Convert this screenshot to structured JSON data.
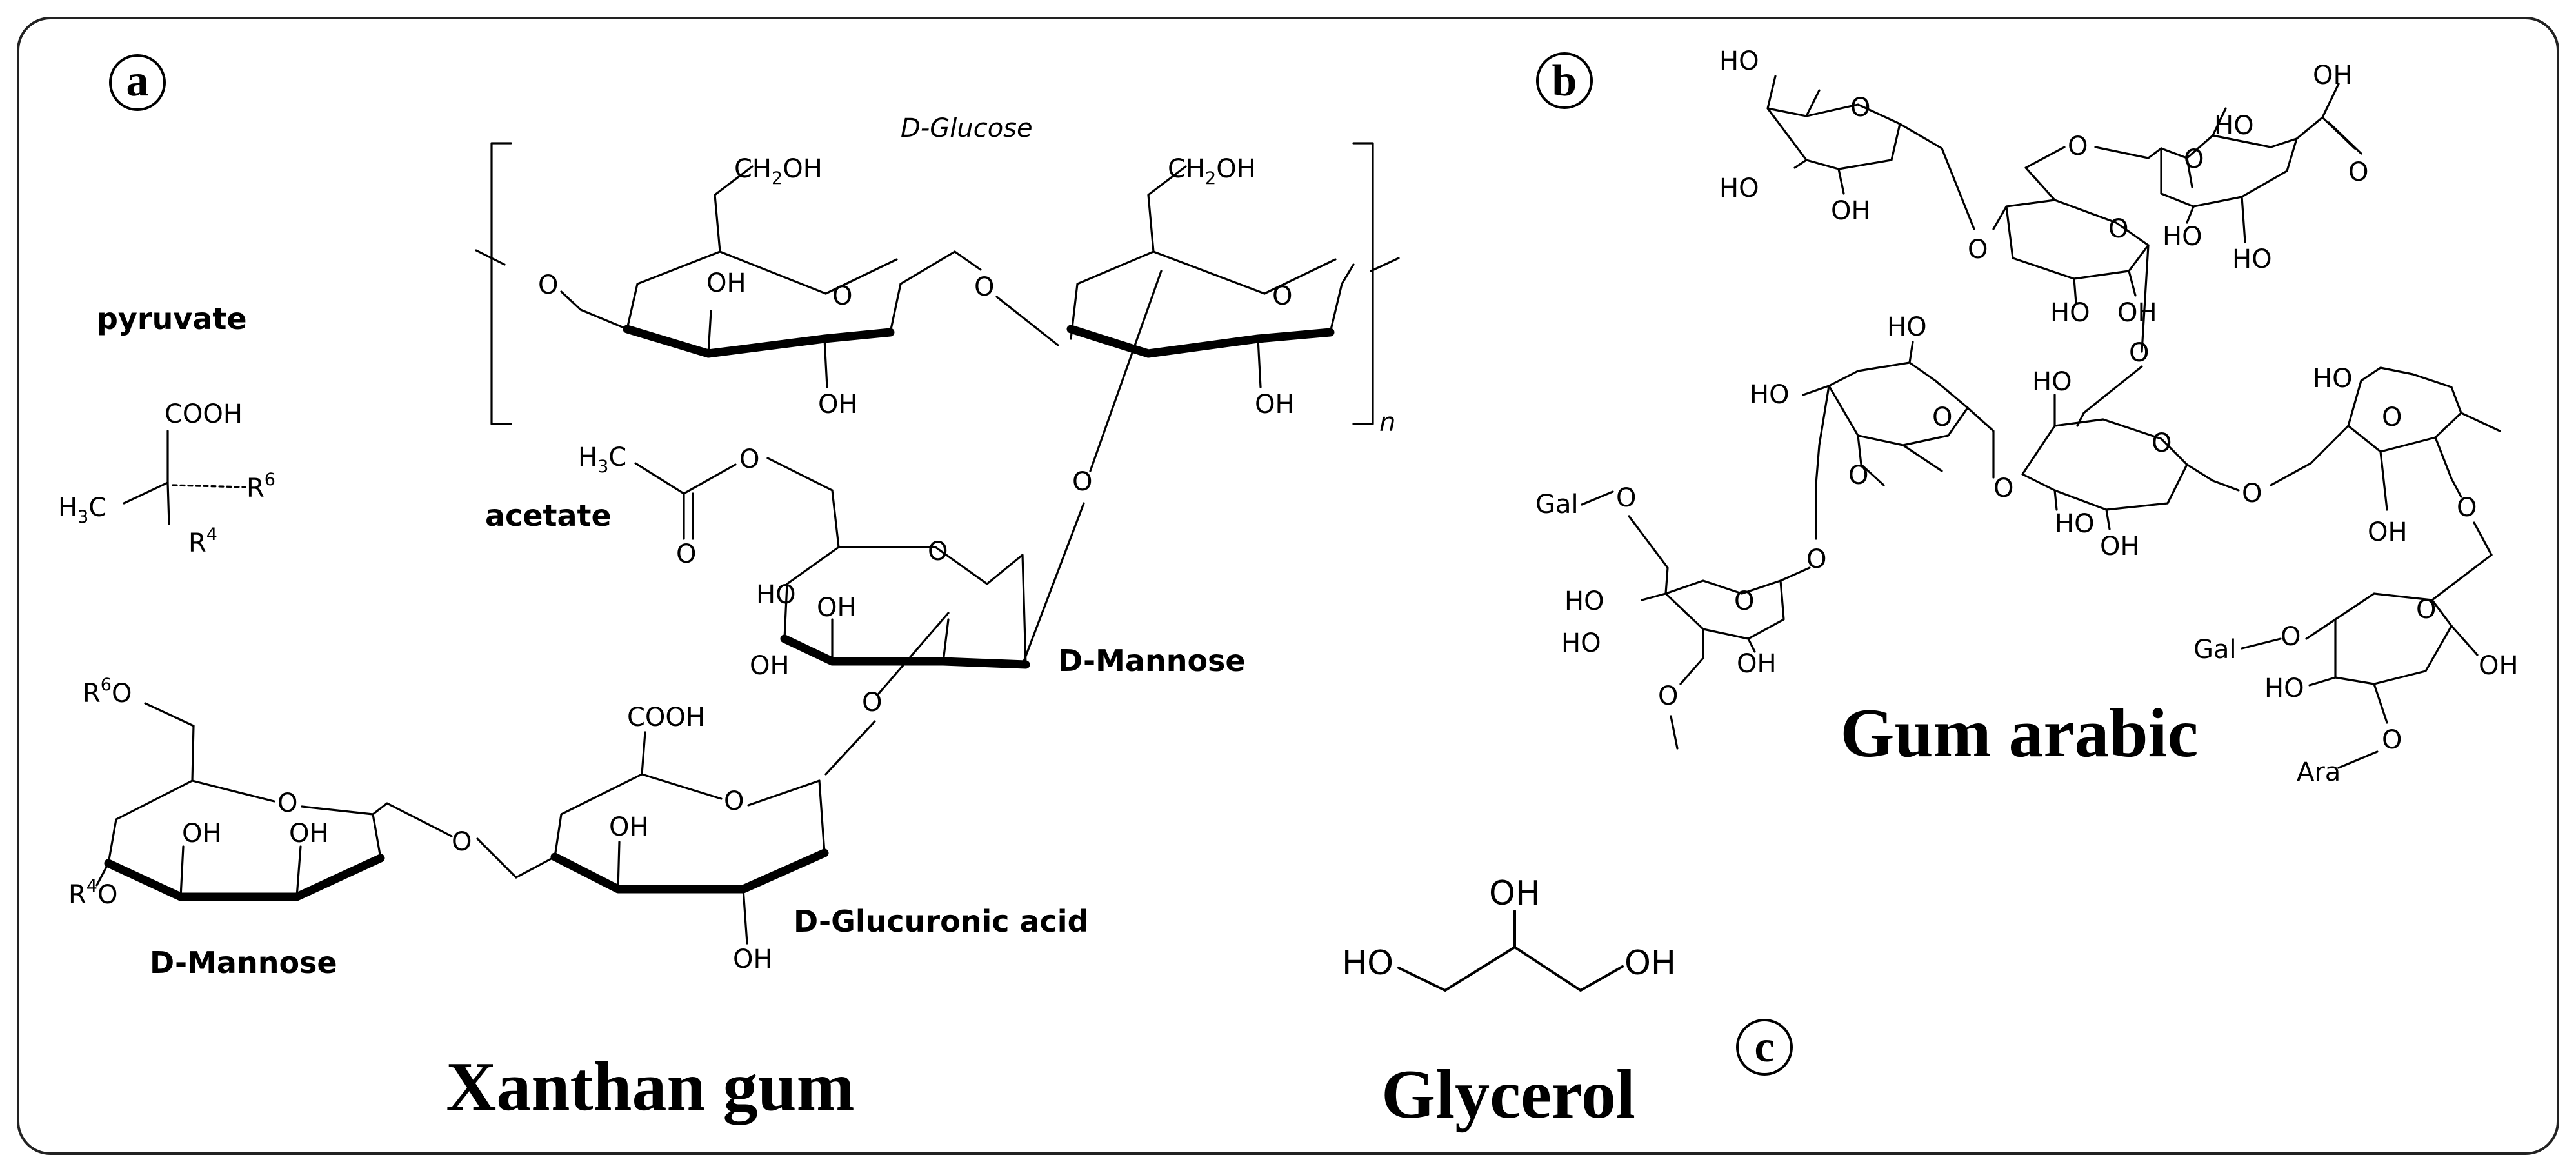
{
  "panels": {
    "a": {
      "letter": "a",
      "title": "Xanthan gum",
      "labels": {
        "d_glucose": "D-Glucose",
        "pyruvate": "pyruvate",
        "acetate": "acetate",
        "d_mannose_inner": "D-Mannose",
        "d_mannose_outer": "D-Mannose",
        "d_glucuronic_acid": "D-Glucuronic acid",
        "repeat_n": "n"
      },
      "atoms": {
        "ch2oh": "CH",
        "ch2oh_sub": "2",
        "ch2oh_tail": "OH",
        "oh": "OH",
        "o": "O",
        "cooh": "COOH",
        "ch3": "H",
        "ch3_sub": "3",
        "ch3_tail": "C",
        "r6": "R",
        "r6_sup": "6",
        "r4": "R",
        "r4_sup": "4",
        "r6o": "R",
        "r6o_sup": "6",
        "r6o_tail": "O",
        "r4o": "R",
        "r4o_sup": "4",
        "r4o_tail": "O"
      }
    },
    "b": {
      "letter": "b",
      "title": "Gum arabic",
      "atoms": {
        "ho": "HO",
        "oh": "OH",
        "o": "O",
        "gal": "Gal",
        "ara": "Ara"
      }
    },
    "c": {
      "letter": "c",
      "title": "Glycerol",
      "atoms": {
        "ho": "HO",
        "oh": "OH"
      }
    }
  }
}
